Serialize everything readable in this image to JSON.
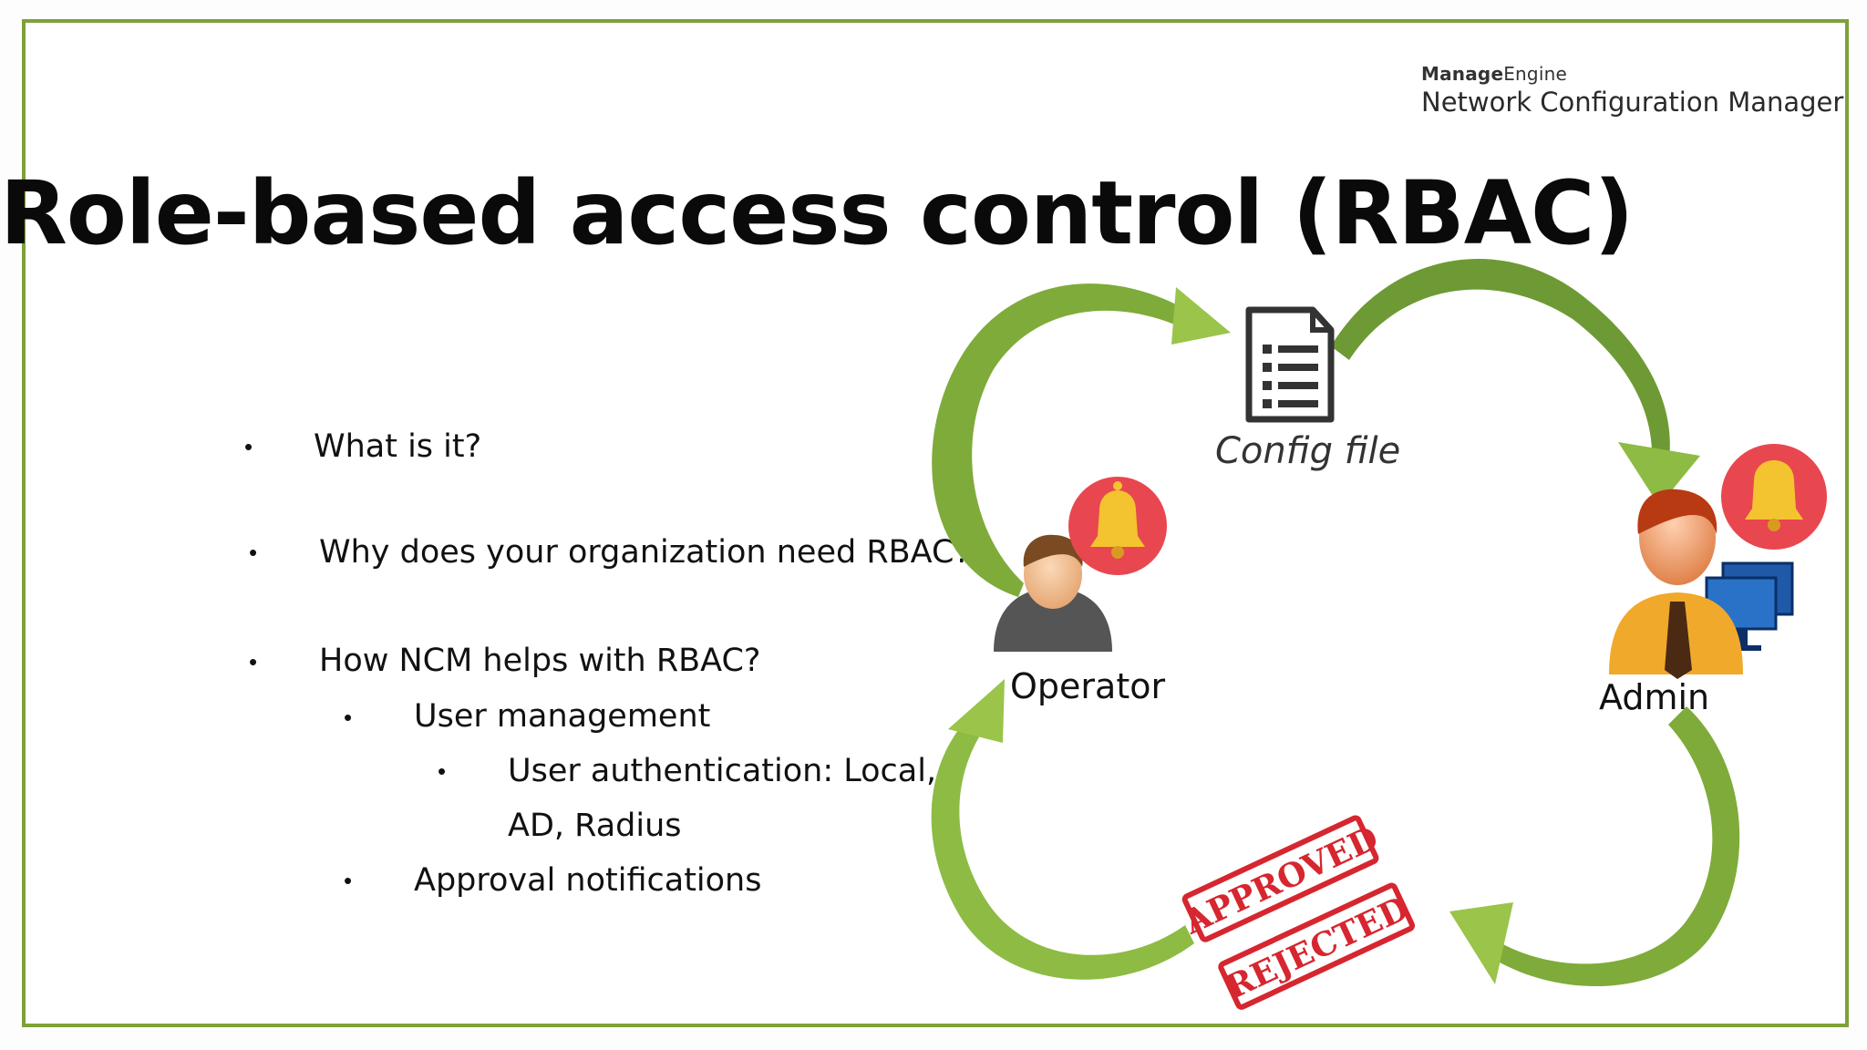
{
  "branding": {
    "brand_bold": "Manage",
    "brand_light": "Engine",
    "product": "Network Configuration Manager"
  },
  "slide": {
    "title": "Role-based access control (RBAC)",
    "bullets": [
      "What is it?",
      "Why does your organization need RBAC?",
      "How NCM helps with RBAC?",
      "User management",
      "User authentication: Local,",
      "AD, Radius",
      "Approval notifications"
    ]
  },
  "diagram": {
    "config_label": "Config file",
    "operator_label": "Operator",
    "admin_label": "Admin",
    "stamp_approved": "APPROVED",
    "stamp_rejected": "REJECTED",
    "colors": {
      "arrow_light": "#9ac44a",
      "arrow_dark": "#5f8a2e",
      "bell_red": "#e8474f",
      "bell_gold": "#f4c430"
    }
  }
}
